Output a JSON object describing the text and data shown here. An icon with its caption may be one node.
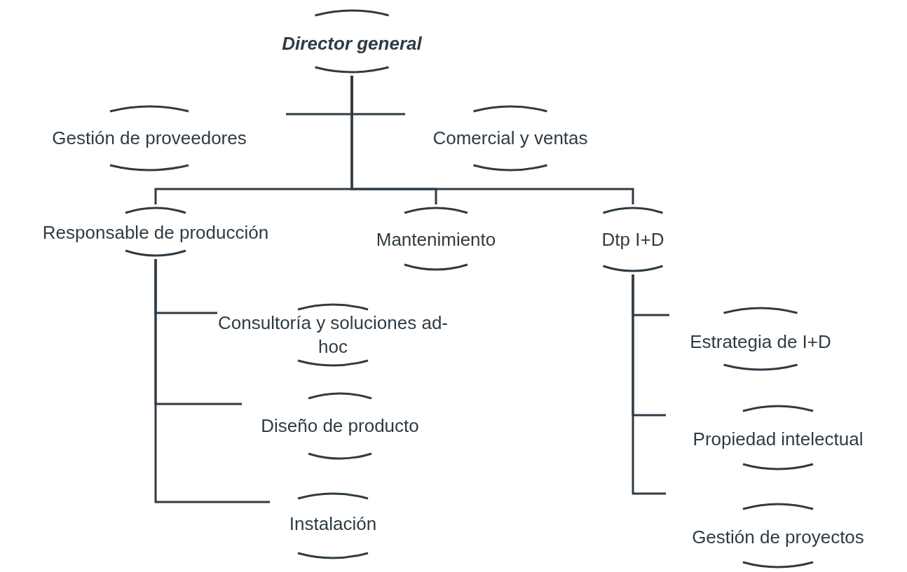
{
  "diagram": {
    "nodes": [
      {
        "text": [
          "Director general"
        ]
      },
      {
        "text": [
          "Gestión de proveedores"
        ]
      },
      {
        "text": [
          "Comercial y ventas"
        ]
      },
      {
        "text": [
          "Responsable de producción"
        ]
      },
      {
        "text": [
          "Mantenimiento"
        ]
      },
      {
        "text": [
          "Dtp I+D"
        ]
      },
      {
        "text": [
          "Consultoría y soluciones ad-hoc"
        ]
      },
      {
        "text": [
          "Diseño de producto"
        ]
      },
      {
        "text": [
          "Instalación"
        ]
      },
      {
        "text": [
          "Estrategia de I+D"
        ]
      },
      {
        "text": [
          "Propiedad intelectual"
        ]
      },
      {
        "text": [
          "Gestión de proyectos"
        ]
      }
    ],
    "edges": [
      {
        "from": 0,
        "to": 1,
        "arrow": "none"
      },
      {
        "from": 0,
        "to": 2,
        "arrow": "none"
      },
      {
        "from": 0,
        "to": 3,
        "arrow": "none"
      },
      {
        "from": 0,
        "to": 4,
        "arrow": "none"
      },
      {
        "from": 0,
        "to": 5,
        "arrow": "none"
      },
      {
        "from": 3,
        "to": 6,
        "arrow": "none"
      },
      {
        "from": 3,
        "to": 7,
        "arrow": "none"
      },
      {
        "from": 3,
        "to": 8,
        "arrow": "none"
      },
      {
        "from": 5,
        "to": 9,
        "arrow": "none"
      },
      {
        "from": 5,
        "to": 10,
        "arrow": "none"
      },
      {
        "from": 5,
        "to": 11,
        "arrow": "none"
      }
    ]
  }
}
